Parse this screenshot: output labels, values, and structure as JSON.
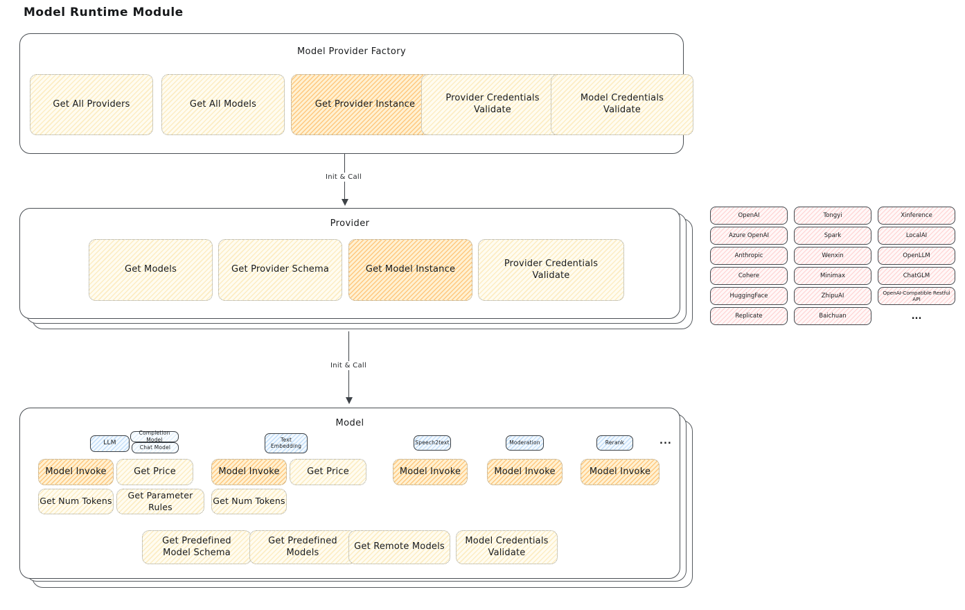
{
  "title": "Model Runtime Module",
  "factory": {
    "title": "Model Provider Factory",
    "items": [
      "Get All Providers",
      "Get All Models",
      "Get Provider Instance",
      "Provider Credentials Validate",
      "Model Credentials Validate"
    ]
  },
  "arrows": {
    "init_call": "Init & Call"
  },
  "provider": {
    "title": "Provider",
    "items": [
      "Get Models",
      "Get Provider Schema",
      "Get Model Instance",
      "Provider Credentials Validate"
    ]
  },
  "providers_list": {
    "items": [
      "OpenAI",
      "Tongyi",
      "Xinference",
      "Azure OpenAI",
      "Spark",
      "LocalAI",
      "Anthropic",
      "Wenxin",
      "OpenLLM",
      "Cohere",
      "Minimax",
      "ChatGLM",
      "HuggingFace",
      "ZhipuAI",
      "OpenAI-Compatible Restful API",
      "Replicate",
      "Baichuan"
    ],
    "ellipsis": "..."
  },
  "model": {
    "title": "Model",
    "tabs": {
      "llm": "LLM",
      "completion_model": "Completion Model",
      "chat_model": "Chat Model",
      "text_embedding": "Text Embedding",
      "speech2text": "Speech2text",
      "moderation": "Moderation",
      "rerank": "Rerank",
      "ellipsis": "..."
    },
    "ops": {
      "model_invoke": "Model Invoke",
      "get_price": "Get Price",
      "get_num_tokens": "Get Num Tokens",
      "get_parameter_rules": "Get Parameter Rules"
    },
    "bottom": [
      "Get Predefined Model Schema",
      "Get Predefined Models",
      "Get Remote Models",
      "Model Credentials Validate"
    ]
  },
  "colors": {
    "stroke": "#343a40",
    "yellow_fill": "#fff8dd",
    "orange_fill": "#ffe7bd",
    "pink_fill": "#ffecec",
    "blue_fill": "#e3f1fc"
  }
}
